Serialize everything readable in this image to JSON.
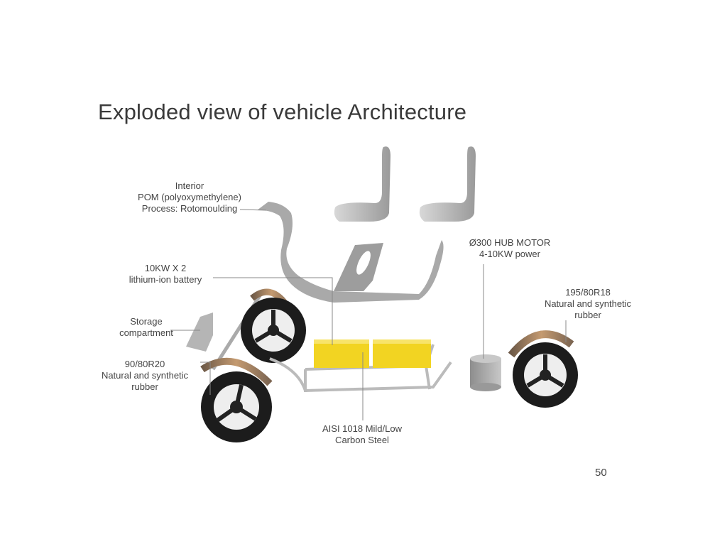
{
  "slide": {
    "title": "Exploded view of vehicle Architecture",
    "page_number": "50"
  },
  "labels": {
    "interior": [
      "Interior",
      "POM (polyoxymethylene)",
      "Process: Rotomoulding"
    ],
    "battery": [
      "10KW X 2",
      "lithium-ion battery"
    ],
    "storage": [
      "Storage",
      "compartment"
    ],
    "front_tire": [
      "90/80R20",
      "Natural and synthetic",
      "rubber"
    ],
    "frame": [
      "AISI 1018 Mild/Low",
      "Carbon Steel"
    ],
    "hub_motor": [
      "Ø300 HUB MOTOR",
      "4-10KW power"
    ],
    "rear_tire": [
      "195/80R18",
      "Natural and synthetic",
      "rubber"
    ]
  },
  "colors": {
    "battery": "#f2d422",
    "shell": "#a9a9a9",
    "tire": "#1c1c1c",
    "fender": "#b08660",
    "leader": "#888888"
  }
}
